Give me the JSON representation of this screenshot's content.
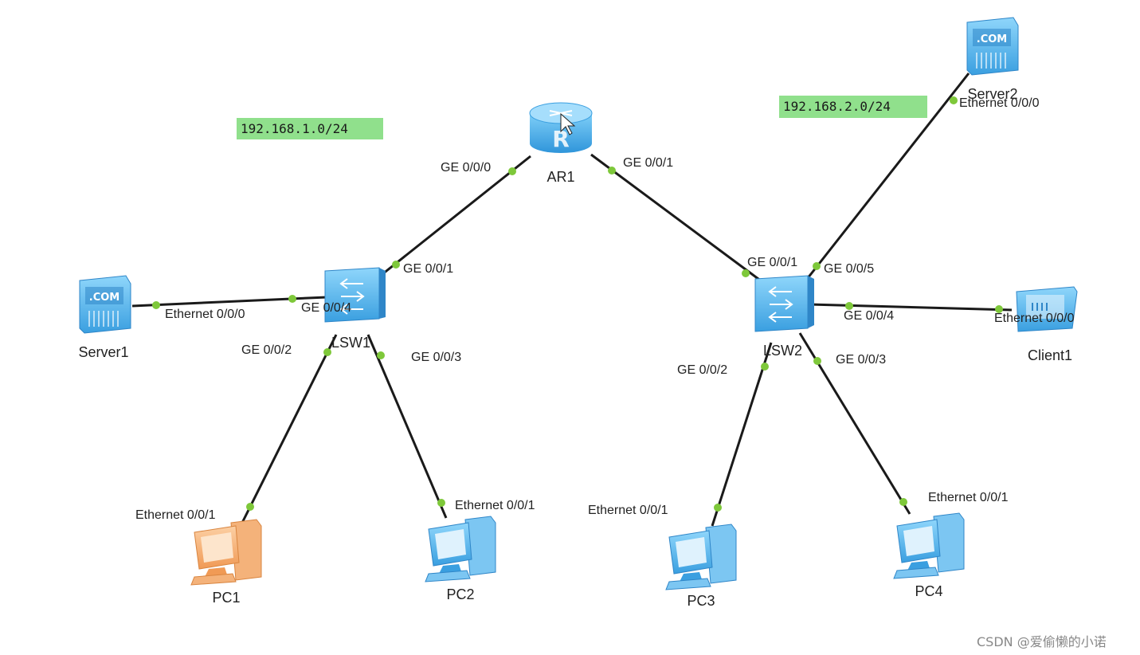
{
  "subnets": {
    "left": "192.168.1.0/24",
    "right": "192.168.2.0/24"
  },
  "devices": {
    "ar1": "AR1",
    "lsw1": "LSW1",
    "lsw2": "LSW2",
    "server1": "Server1",
    "server2": "Server2",
    "client1": "Client1",
    "pc1": "PC1",
    "pc2": "PC2",
    "pc3": "PC3",
    "pc4": "PC4"
  },
  "device_server_text": ".COM",
  "ports": {
    "ar1_ge000": "GE 0/0/0",
    "ar1_ge001": "GE 0/0/1",
    "lsw1_ge001": "GE 0/0/1",
    "lsw1_ge004": "GE 0/0/4",
    "lsw1_ge002": "GE 0/0/2",
    "lsw1_ge003": "GE 0/0/3",
    "server1_eth": "Ethernet 0/0/0",
    "pc1_eth": "Ethernet 0/0/1",
    "pc2_eth": "Ethernet 0/0/1",
    "lsw2_ge001": "GE 0/0/1",
    "lsw2_ge005": "GE 0/0/5",
    "lsw2_ge004": "GE 0/0/4",
    "lsw2_ge002": "GE 0/0/2",
    "lsw2_ge003": "GE 0/0/3",
    "server2_eth": "Ethernet 0/0/0",
    "client1_eth": "Ethernet 0/0/0",
    "pc3_eth": "Ethernet 0/0/1",
    "pc4_eth": "Ethernet 0/0/1"
  },
  "watermark": "CSDN @爱偷懒的小诺",
  "colors": {
    "subnet_label_bg": "#90e08c",
    "link": "#1a1a1a",
    "port_dot": "#7ec83a",
    "device_blue": "#5ab8ee",
    "pc1_orange": "#f0a060"
  }
}
